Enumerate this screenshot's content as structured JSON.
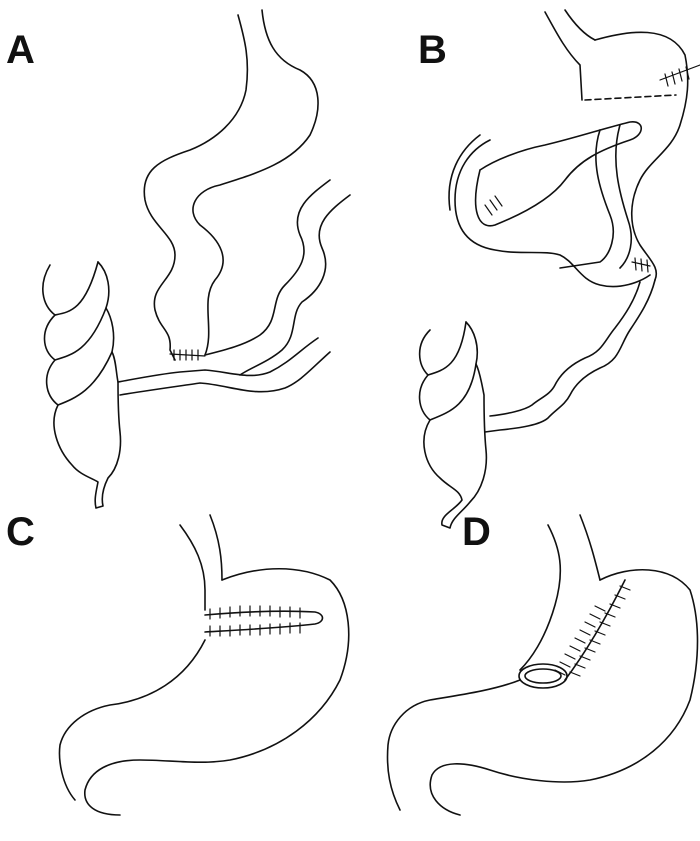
{
  "panels": [
    {
      "label": "A"
    },
    {
      "label": "B"
    },
    {
      "label": "C"
    },
    {
      "label": "D"
    }
  ],
  "colors": {
    "ink": "#111111",
    "background": "#ffffff"
  }
}
